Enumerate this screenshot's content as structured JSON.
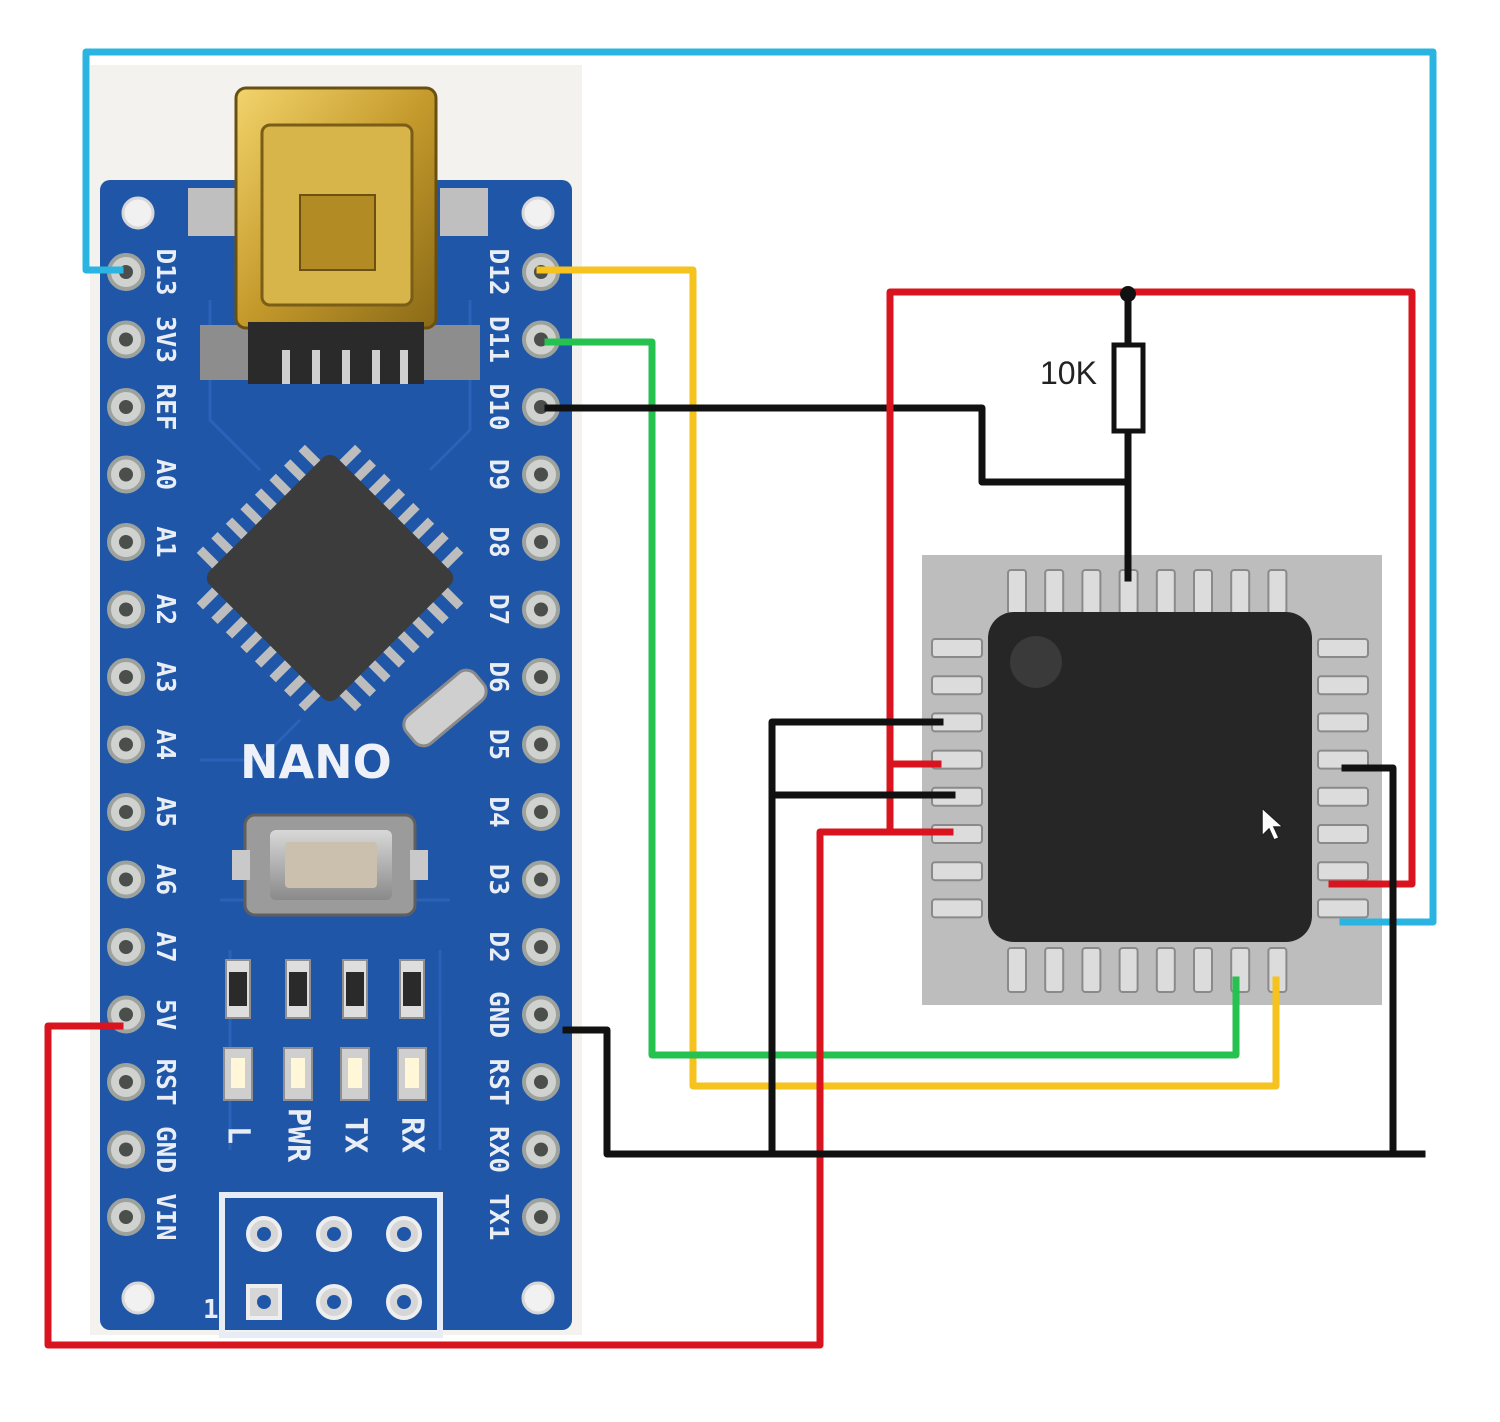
{
  "board": {
    "name": "NANO",
    "left_pins": [
      "D13",
      "3V3",
      "REF",
      "A0",
      "A1",
      "A2",
      "A3",
      "A4",
      "A5",
      "A6",
      "A7",
      "5V",
      "RST",
      "GND",
      "VIN"
    ],
    "right_pins": [
      "D12",
      "D11",
      "D10",
      "D9",
      "D8",
      "D7",
      "D6",
      "D5",
      "D4",
      "D3",
      "D2",
      "GND",
      "RST",
      "RX0",
      "TX1"
    ],
    "led_labels": [
      "L",
      "PWR",
      "TX",
      "RX"
    ],
    "icsp_pin1": "1"
  },
  "resistor": {
    "label": "10K"
  },
  "wire_colors": {
    "blue": "#29b4e2",
    "red": "#d9141f",
    "yellow": "#f6c21d",
    "green": "#26c24f",
    "black": "#111111"
  },
  "colors": {
    "pcb": "#1f56a8",
    "chip": "#262626",
    "usb_gold": "#c9a53a"
  }
}
